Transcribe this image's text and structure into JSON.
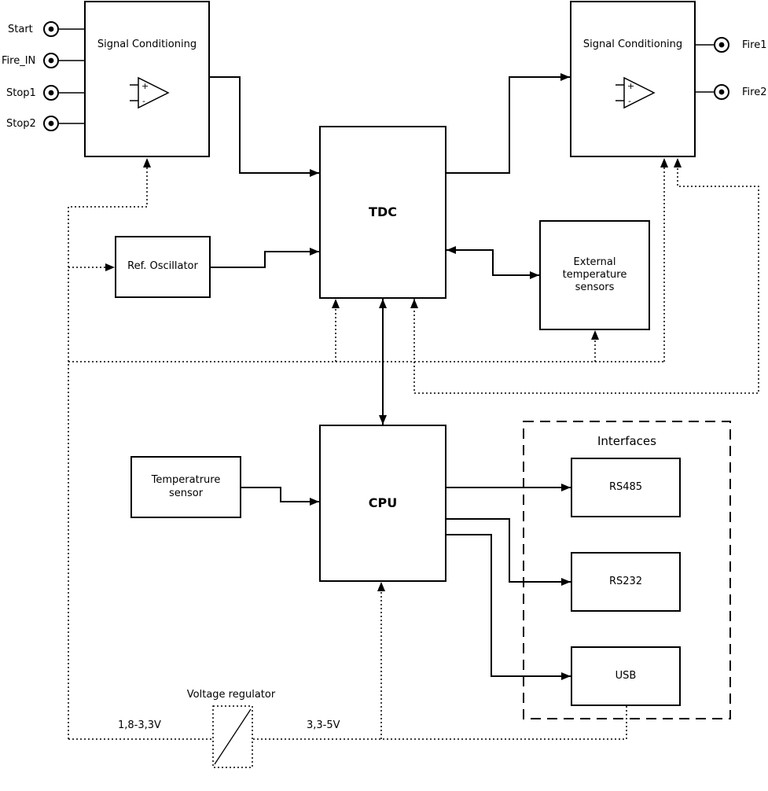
{
  "diagram": {
    "blocks": {
      "signal_conditioning_left": "Signal Conditioning",
      "signal_conditioning_right": "Signal Conditioning",
      "tdc": "TDC",
      "ref_oscillator": "Ref. Oscillator",
      "external_temperature_sensors": "External temperature sensors",
      "cpu": "CPU",
      "temperature_sensor": "Temperatrure sensor",
      "rs485": "RS485",
      "rs232": "RS232",
      "usb": "USB"
    },
    "interfaces_group": {
      "title": "Interfaces"
    },
    "voltage_regulator": {
      "label": "Voltage regulator"
    },
    "ports": {
      "inputs": [
        {
          "label": "Start"
        },
        {
          "label": "Fire_IN"
        },
        {
          "label": "Stop1"
        },
        {
          "label": "Stop2"
        }
      ],
      "outputs": [
        {
          "label": "Fire1"
        },
        {
          "label": "Fire2"
        }
      ]
    },
    "power_rails": {
      "left": "1,8-3,3V",
      "right": "3,3-5V"
    },
    "opamp": {
      "plus": "+",
      "minus": "-"
    },
    "colors": {
      "line": "#000000",
      "background": "#ffffff"
    }
  }
}
